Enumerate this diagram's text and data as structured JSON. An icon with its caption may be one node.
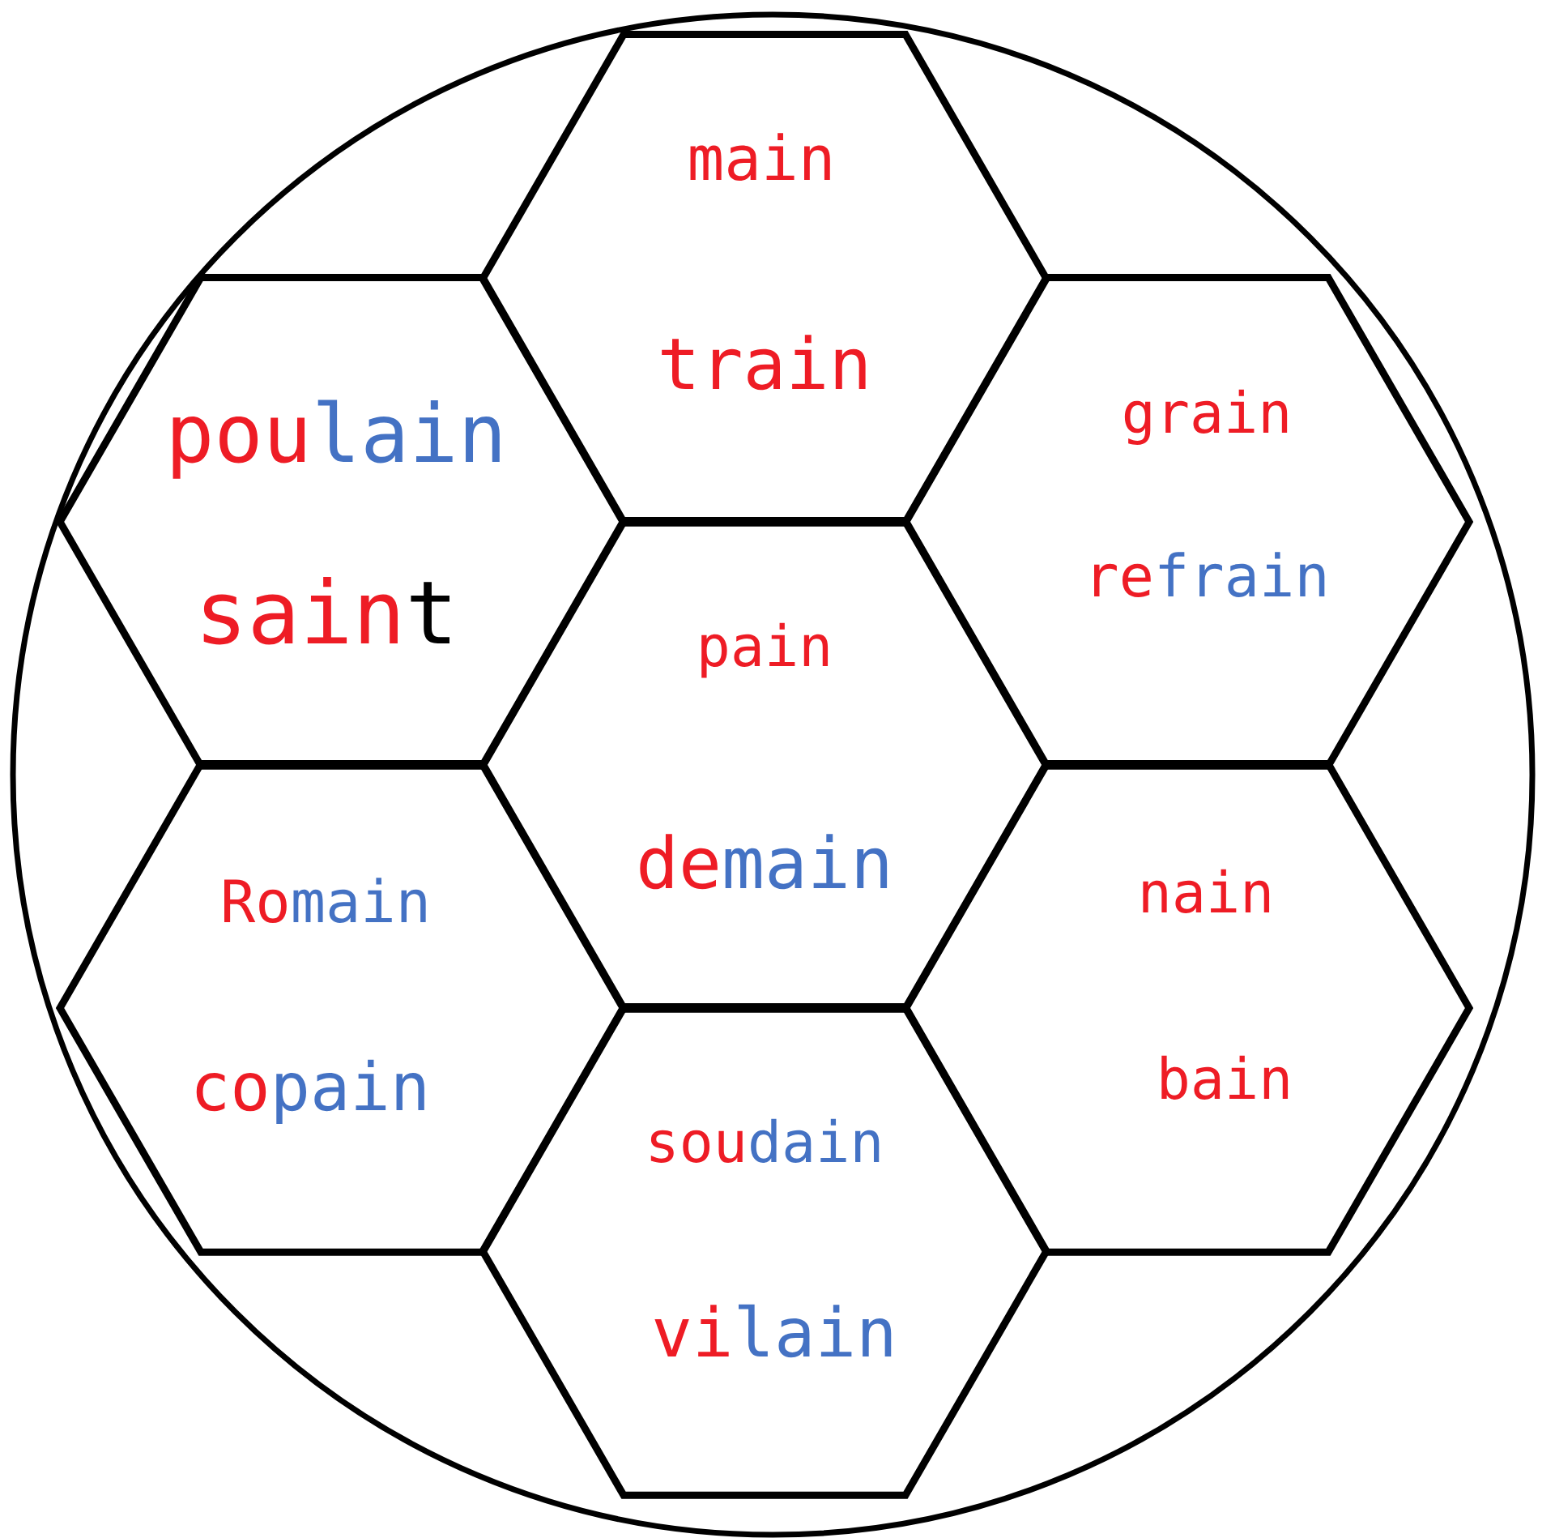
{
  "diagram": {
    "nodes": [
      {
        "text": [],
        "shape": "circle"
      },
      {
        "text": [
          "main",
          "train"
        ],
        "in": 0
      },
      {
        "text": [
          "poulain",
          "saint"
        ],
        "in": 0
      },
      {
        "text": [
          "grain",
          "refrain"
        ],
        "in": 0
      },
      {
        "text": [
          "pain",
          "demain"
        ],
        "in": 0
      },
      {
        "text": [
          "Romain",
          "copain"
        ],
        "in": 0
      },
      {
        "text": [
          "nain",
          "bain"
        ],
        "in": 0
      },
      {
        "text": [
          "soudain",
          "vilain"
        ],
        "in": 0
      }
    ]
  }
}
